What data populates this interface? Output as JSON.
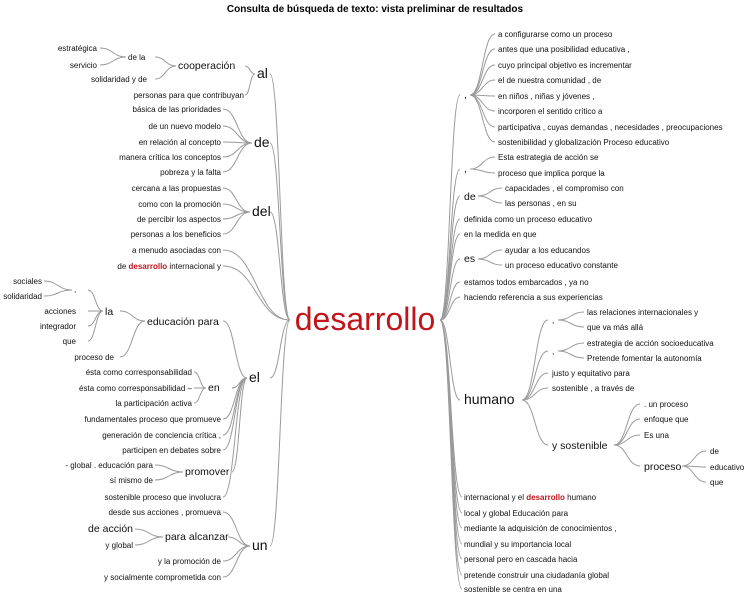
{
  "title": "Consulta de búsqueda de texto: vista preliminar de resultados",
  "center": "desarrollo",
  "colors": {
    "highlight": "#c0151b",
    "edge": "#9a9a9a",
    "text": "#111111"
  },
  "left": {
    "al": {
      "label": "al",
      "cooperacion": "cooperación",
      "de_la": "de la",
      "estrategica": "estratégica",
      "servicio": "servicio",
      "solidaridad": "solidaridad y de",
      "personas": "personas para que contribuyan"
    },
    "de": {
      "label": "de",
      "items": [
        "básica de las prioridades",
        "de un nuevo modelo",
        "en relación al concepto",
        "manera crítica los conceptos",
        "pobreza y la falta"
      ]
    },
    "del": {
      "label": "del",
      "items": [
        "cercana a las propuestas",
        "como con la promoción",
        "de percibir los aspectos",
        "personas a los beneficios"
      ]
    },
    "misc": {
      "a_menudo": "a menudo asociadas con",
      "de_prefix": "de ",
      "de_word": "desarrollo",
      "de_suffix": " internacional y"
    },
    "el": {
      "label": "el",
      "educacion": "educación para",
      "la": "la",
      "comma": ",",
      "sociales": "sociales",
      "solidaridad": "solidaridad",
      "acciones": "acciones",
      "integrador": "integrador",
      "que": "que",
      "proceso_de": "proceso de",
      "en": "en",
      "en_items": [
        "ésta como corresponsabilidad",
        "ésta como corresponsabilidad –",
        "la participación activa"
      ],
      "fundamentales": "fundamentales proceso que promueve",
      "generacion": "generación de conciencia crítica ,",
      "participen": "participen en debates sobre",
      "promover": "promover",
      "promover_items": [
        "- global . educación para",
        "sí mismo de"
      ],
      "sostenible": "sostenible proceso que involucra"
    },
    "un": {
      "label": "un",
      "desde": "desde sus acciones , promueva",
      "para_alcanzar": "para alcanzar",
      "de_accion": "de acción",
      "y_global": "y global",
      "promocion": "y la promoción de",
      "comprometida": "y socialmente comprometida con"
    }
  },
  "right": {
    "comma1": {
      "label": ",",
      "items": [
        "a configurarse como un proceso",
        "antes que una posibilidad educativa ,",
        "cuyo principal objetivo es incrementar",
        "el de nuestra comunidad , de",
        "en niños , niñas y jóvenes ,",
        "incorporen el sentido crítico a",
        "participativa , cuyas demandas , necesidades , preocupaciones",
        "sostenibilidad y globalización Proceso educativo"
      ]
    },
    "comma2": {
      "label": ",",
      "items": [
        "Esta estrategia de acción se",
        "proceso que implica porque la"
      ]
    },
    "de": {
      "label": "de",
      "items": [
        "capacidades , el compromiso con",
        "las personas , en su"
      ]
    },
    "definida": "definida como un proceso educativo",
    "en_la_medida": "en la medida en que",
    "es": {
      "label": "es",
      "items": [
        "ayudar a los educandos",
        "un proceso educativo constante"
      ]
    },
    "estamos": "estamos todos embarcados , ya no",
    "haciendo": "haciendo referencia a sus experiencias",
    "humano": {
      "label": "humano",
      "comma_a": ",",
      "comma_a_items": [
        "las relaciones internacionales y",
        "que va más allá"
      ],
      "comma_b": ",",
      "comma_b_items": [
        "estrategia de acción socioeducativa",
        "Pretende fomentar la autonomía"
      ],
      "justo": "justo y equitativo para",
      "sostenible_a": "sostenible , a través de",
      "y_sostenible": "y sostenible",
      "ys_items": [
        ". un proceso",
        "enfoque que",
        "Es una"
      ],
      "proceso": "proceso",
      "proceso_items": [
        "de",
        "educativo",
        "que"
      ]
    },
    "bottom": {
      "internacional_prefix": "internacional y el ",
      "internacional_word": "desarrollo",
      "internacional_suffix": " humano",
      "items": [
        "local y global Educación para",
        "mediante la adquisición de conocimientos ,",
        "mundial y su importancia local",
        "personal pero en cascada hacia",
        "pretende construir una ciudadanía global",
        "sostenible se centra en una"
      ]
    }
  }
}
